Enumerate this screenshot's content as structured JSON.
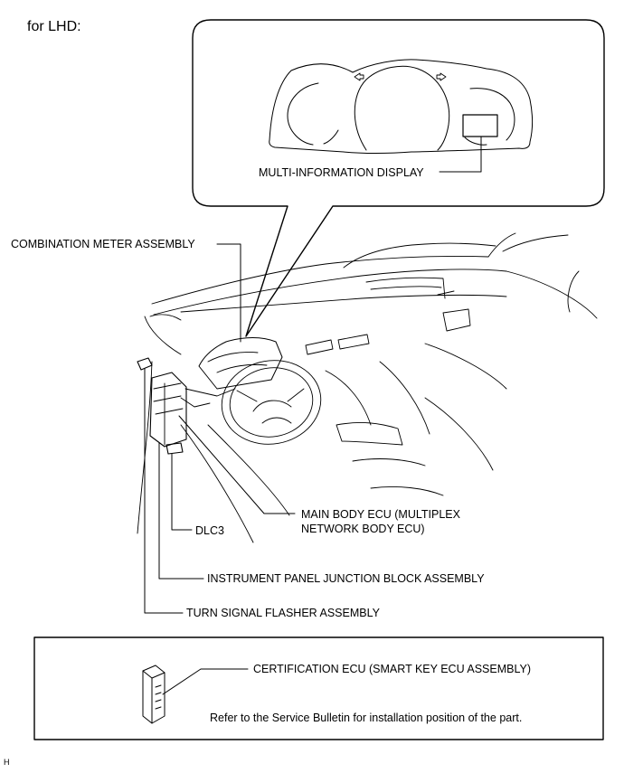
{
  "title": "for LHD:",
  "labels": {
    "multi_information_display": "MULTI-INFORMATION DISPLAY",
    "combination_meter": "COMBINATION METER ASSEMBLY",
    "main_body_ecu_line1": "MAIN BODY ECU (MULTIPLEX",
    "main_body_ecu_line2": "NETWORK BODY ECU)",
    "dlc3": "DLC3",
    "junction_block": "INSTRUMENT PANEL JUNCTION BLOCK ASSEMBLY",
    "turn_signal_flasher": "TURN SIGNAL FLASHER ASSEMBLY",
    "certification_ecu": "CERTIFICATION ECU (SMART KEY ECU ASSEMBLY)",
    "refer_note": "Refer to the Service Bulletin for installation position of the part."
  },
  "footer_code": "H"
}
